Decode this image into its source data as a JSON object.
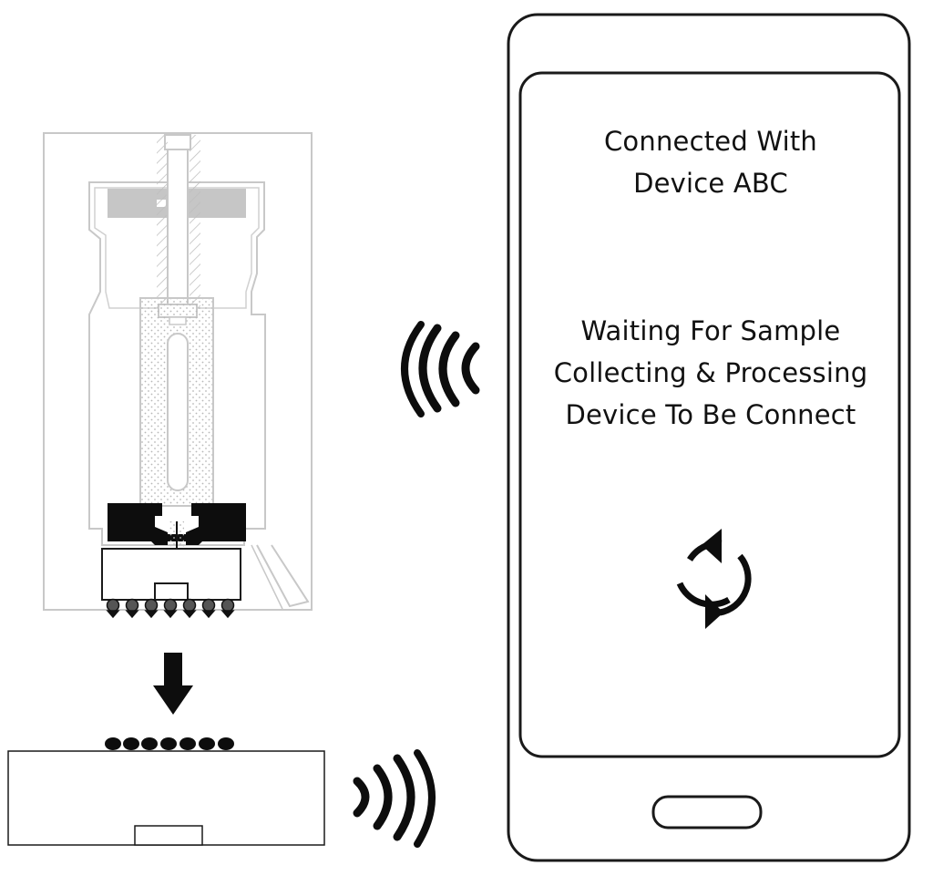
{
  "phone": {
    "status_lines": [
      "Connected With",
      "Device ABC"
    ],
    "message_lines": [
      "Waiting For Sample",
      "Collecting & Processing",
      "Device To Be Connect"
    ]
  },
  "icons": {
    "refresh": "refresh-cycle-icon",
    "signal_left": "wireless-signal-icon",
    "signal_right": "wireless-signal-icon",
    "arrow": "arrow-down-icon",
    "home_button": "home-button"
  },
  "colors": {
    "outline": "#1a1a1a",
    "device_gray": "#c8c8c8",
    "fill_gray": "#c6c6c6",
    "dark_part": "#0d0d0d"
  }
}
